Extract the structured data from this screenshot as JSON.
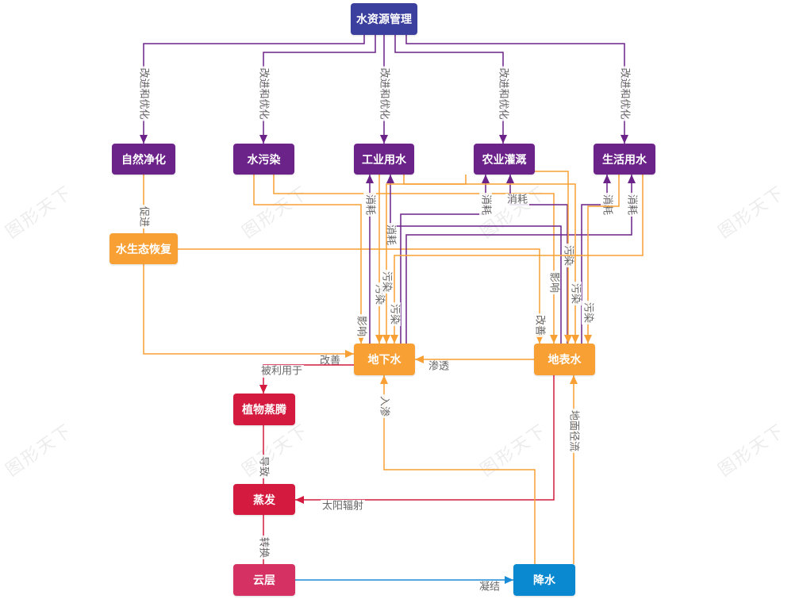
{
  "watermark": {
    "text": "图形天下"
  },
  "colors": {
    "indigo": "#3b3f9e",
    "purple": "#6b2289",
    "orange": "#f8a033",
    "crimson": "#d41a3f",
    "pink": "#d63163",
    "blue": "#0a88d0",
    "edge_purple": "#6b2289",
    "edge_orange": "#f8a033",
    "edge_red": "#d41a3f",
    "edge_blue": "#1a8bd6",
    "label_text": "#666666"
  },
  "nodes": [
    {
      "id": "water_mgmt",
      "label": "水资源管理",
      "color": "indigo"
    },
    {
      "id": "natural_purify",
      "label": "自然净化",
      "color": "purple"
    },
    {
      "id": "water_pollution",
      "label": "水污染",
      "color": "purple"
    },
    {
      "id": "industrial",
      "label": "工业用水",
      "color": "purple"
    },
    {
      "id": "agri",
      "label": "农业灌溉",
      "color": "purple"
    },
    {
      "id": "domestic",
      "label": "生活用水",
      "color": "purple"
    },
    {
      "id": "eco_restore",
      "label": "水生态恢复",
      "color": "orange"
    },
    {
      "id": "groundwater",
      "label": "地下水",
      "color": "orange"
    },
    {
      "id": "surface",
      "label": "地表水",
      "color": "orange"
    },
    {
      "id": "transpiration",
      "label": "植物蒸腾",
      "color": "crimson"
    },
    {
      "id": "evaporation",
      "label": "蒸发",
      "color": "crimson"
    },
    {
      "id": "cloud",
      "label": "云层",
      "color": "pink"
    },
    {
      "id": "precip",
      "label": "降水",
      "color": "blue"
    }
  ],
  "edges": [
    {
      "from": "water_mgmt",
      "to": "natural_purify",
      "label": "改进和优化",
      "color": "edge_purple"
    },
    {
      "from": "water_mgmt",
      "to": "water_pollution",
      "label": "改进和优化",
      "color": "edge_purple"
    },
    {
      "from": "water_mgmt",
      "to": "industrial",
      "label": "改进和优化",
      "color": "edge_purple"
    },
    {
      "from": "water_mgmt",
      "to": "agri",
      "label": "改进和优化",
      "color": "edge_purple"
    },
    {
      "from": "water_mgmt",
      "to": "domestic",
      "label": "改进和优化",
      "color": "edge_purple"
    },
    {
      "from": "natural_purify",
      "to": "eco_restore",
      "label": "促进",
      "color": "edge_orange"
    },
    {
      "from": "eco_restore",
      "to": "groundwater",
      "label": "改善",
      "color": "edge_orange"
    },
    {
      "from": "eco_restore",
      "to": "surface",
      "label": "改善",
      "color": "edge_orange"
    },
    {
      "from": "water_pollution",
      "to": "groundwater",
      "label": "影响",
      "color": "edge_orange"
    },
    {
      "from": "water_pollution",
      "to": "surface",
      "label": "影响",
      "color": "edge_orange"
    },
    {
      "from": "groundwater",
      "to": "industrial",
      "label": "消耗",
      "color": "edge_purple"
    },
    {
      "from": "surface",
      "to": "industrial",
      "label": "消耗",
      "color": "edge_purple"
    },
    {
      "from": "groundwater",
      "to": "agri",
      "label": "消耗",
      "color": "edge_purple"
    },
    {
      "from": "surface",
      "to": "agri",
      "label": "消耗",
      "color": "edge_purple"
    },
    {
      "from": "groundwater",
      "to": "domestic",
      "label": "消耗",
      "color": "edge_purple"
    },
    {
      "from": "surface",
      "to": "domestic",
      "label": "消耗",
      "color": "edge_purple"
    },
    {
      "from": "industrial",
      "to": "groundwater",
      "label": "污染",
      "color": "edge_orange"
    },
    {
      "from": "industrial",
      "to": "surface",
      "label": "污染",
      "color": "edge_orange"
    },
    {
      "from": "agri",
      "to": "groundwater",
      "label": "污染",
      "color": "edge_orange"
    },
    {
      "from": "agri",
      "to": "surface",
      "label": "污染",
      "color": "edge_orange"
    },
    {
      "from": "domestic",
      "to": "groundwater",
      "label": "污染",
      "color": "edge_orange"
    },
    {
      "from": "domestic",
      "to": "surface",
      "label": "污染",
      "color": "edge_orange"
    },
    {
      "from": "surface",
      "to": "groundwater",
      "label": "渗透",
      "color": "edge_orange"
    },
    {
      "from": "groundwater",
      "to": "transpiration",
      "label": "被利用于",
      "color": "edge_red"
    },
    {
      "from": "transpiration",
      "to": "evaporation",
      "label": "导致",
      "color": "edge_red"
    },
    {
      "from": "surface",
      "to": "evaporation",
      "label": "太阳辐射",
      "color": "edge_red"
    },
    {
      "from": "evaporation",
      "to": "cloud",
      "label": "转换",
      "color": "edge_red"
    },
    {
      "from": "cloud",
      "to": "precip",
      "label": "凝结",
      "color": "edge_blue"
    },
    {
      "from": "precip",
      "to": "groundwater",
      "label": "入渗",
      "color": "edge_orange"
    },
    {
      "from": "precip",
      "to": "surface",
      "label": "地面径流",
      "color": "edge_orange"
    }
  ]
}
